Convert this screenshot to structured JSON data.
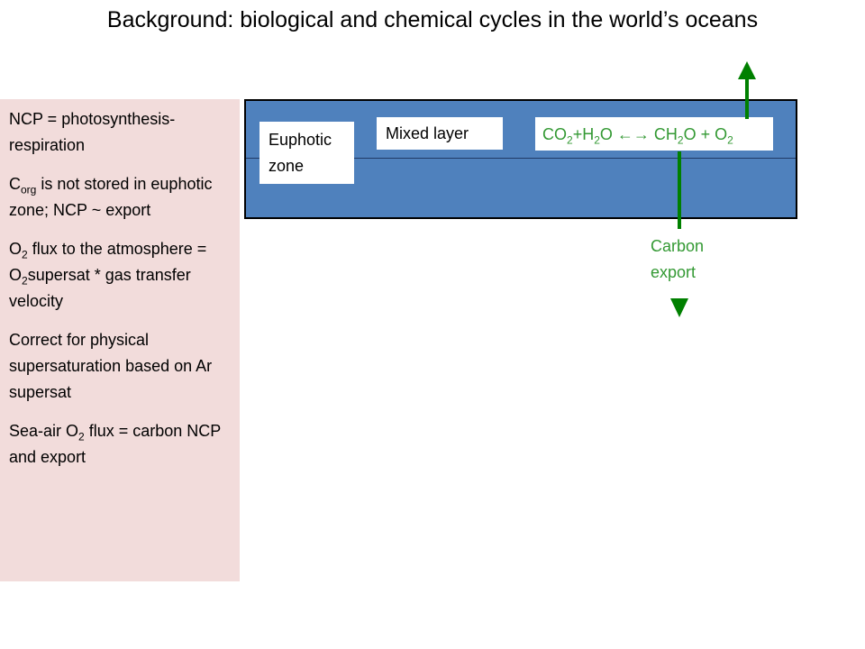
{
  "title": "Background: biological and chemical cycles in the world’s oceans",
  "sidebar": {
    "ncp_def": "NCP = photosynthesis-respiration",
    "corg_c": "C",
    "corg_sub": "org",
    "corg_rest": " is not stored in euphotic zone; NCP ~ export",
    "flux_o1": "O",
    "flux_sub1": "2",
    "flux_mid": " flux to the atmosphere = O",
    "flux_sub2": "2",
    "flux_rest": "supersat * gas transfer velocity",
    "correct": "Correct for physical supersaturation based on Ar supersat",
    "seaair_a": "Sea-air O",
    "seaair_sub": "2",
    "seaair_rest": " flux = carbon NCP and export"
  },
  "diagram": {
    "euphotic_label": "Euphotic zone",
    "mixed_label": "Mixed layer",
    "reaction": {
      "co": "CO",
      "co_sub": "2",
      "plus_h": "+H",
      "h_sub": "2",
      "o_arrow": "O ←→ CH",
      "ch_sub": "2",
      "o_plus": "O + O",
      "o2_sub": "2"
    },
    "export_label": "Carbon export",
    "colors": {
      "water": "#4f81bd",
      "sidebar": "#f2dcdb",
      "green": "#339933",
      "arrow": "#008000"
    }
  }
}
